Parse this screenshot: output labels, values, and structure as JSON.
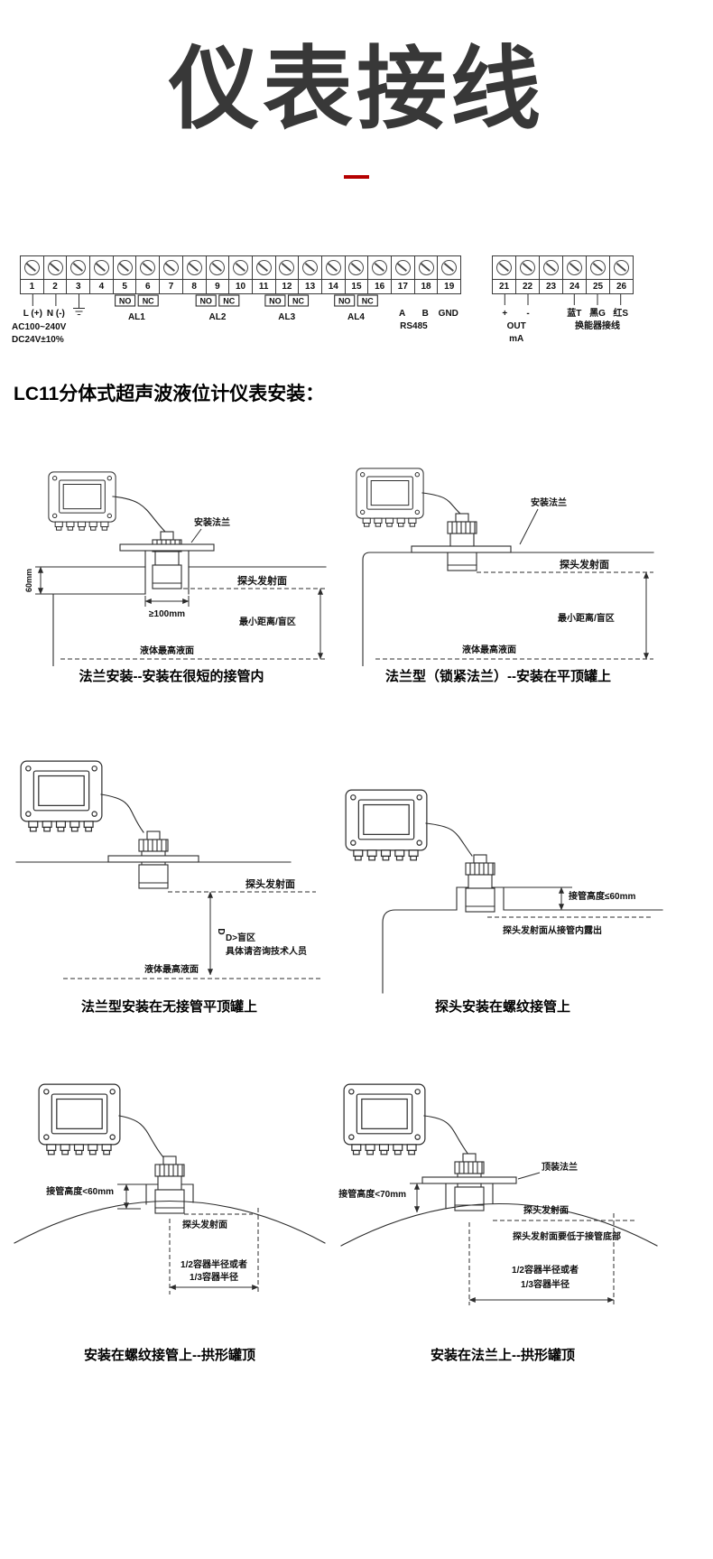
{
  "page": {
    "title": "仪表接线",
    "divider_color": "#b50000"
  },
  "section": {
    "title": "LC11分体式超声波液位计仪表安装："
  },
  "wiring": {
    "left_block": {
      "terminals": [
        "1",
        "2",
        "3",
        "4",
        "5",
        "6",
        "7",
        "8",
        "9",
        "10",
        "11",
        "12",
        "13",
        "14",
        "15",
        "16",
        "17",
        "18",
        "19"
      ],
      "power": {
        "l": "L (+)",
        "n": "N (-)",
        "line1": "AC100~240V",
        "line2": "DC24V±10%"
      },
      "relays": [
        {
          "no": "NO",
          "nc": "NC",
          "label": "AL1"
        },
        {
          "no": "NO",
          "nc": "NC",
          "label": "AL2"
        },
        {
          "no": "NO",
          "nc": "NC",
          "label": "AL3"
        },
        {
          "no": "NO",
          "nc": "NC",
          "label": "AL4"
        }
      ],
      "comm": {
        "a": "A",
        "b": "B",
        "label": "RS485",
        "gnd": "GND"
      }
    },
    "right_block": {
      "terminals": [
        "21",
        "22",
        "23",
        "24",
        "25",
        "26"
      ],
      "out": {
        "plus": "+",
        "minus": "-",
        "line1": "OUT",
        "line2": "mA"
      },
      "transducer": {
        "blue": "蓝T",
        "black": "黑G",
        "red": "红S",
        "label": "换能器接线"
      }
    }
  },
  "diagrams": [
    {
      "caption": "法兰安装--安装在很短的接管内",
      "labels": {
        "flange": "安装法兰",
        "h": "60mm",
        "w": "≥100mm",
        "emit": "探头发射面",
        "blind": "最小距离/盲区",
        "level": "液体最高液面"
      }
    },
    {
      "caption": "法兰型（锁紧法兰）--安装在平顶罐上",
      "labels": {
        "flange": "安装法兰",
        "emit": "探头发射面",
        "blind": "最小距离/盲区",
        "level": "液体最高液面"
      }
    },
    {
      "caption": "法兰型安装在无接管平顶罐上",
      "labels": {
        "emit": "探头发射面",
        "d": "D",
        "note1": "D>盲区",
        "note2": "具体请咨询技术人员",
        "level": "液体最高液面"
      }
    },
    {
      "caption": "探头安装在螺纹接管上",
      "labels": {
        "h": "接管高度≤60mm",
        "emit": "探头发射面从接管内露出"
      }
    },
    {
      "caption": "安装在螺纹接管上--拱形罐顶",
      "labels": {
        "h": "接管高度<60mm",
        "emit": "探头发射面",
        "r1": "1/2容器半径或者",
        "r2": "1/3容器半径"
      }
    },
    {
      "caption": "安装在法兰上--拱形罐顶",
      "labels": {
        "flange": "顶装法兰",
        "h": "接管高度<70mm",
        "emit": "探头发射面",
        "note": "探头发射面要低于接管底部",
        "r1": "1/2容器半径或者",
        "r2": "1/3容器半径"
      }
    }
  ]
}
